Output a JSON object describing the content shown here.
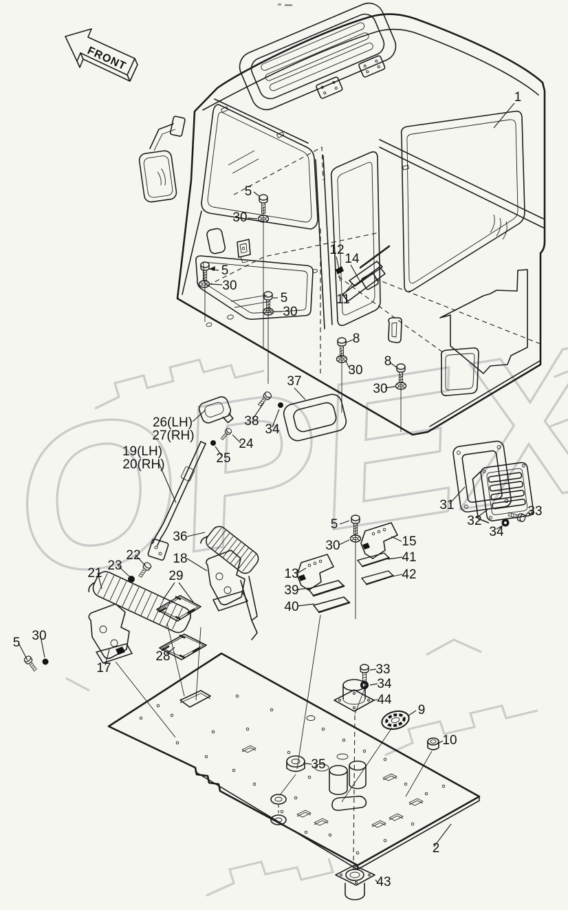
{
  "colors": {
    "line": "#1c1c1c",
    "watermark": "#c9c9c9",
    "background": "#f6f6f1"
  },
  "front_arrow": {
    "label": "FRONT"
  },
  "watermark": {
    "text": "OPEX"
  },
  "labels": [
    {
      "text": "1"
    },
    {
      "text": "5"
    },
    {
      "text": "30"
    },
    {
      "text": "5"
    },
    {
      "text": "30"
    },
    {
      "text": "5"
    },
    {
      "text": "30"
    },
    {
      "text": "12"
    },
    {
      "text": "14"
    },
    {
      "text": "11"
    },
    {
      "text": "8"
    },
    {
      "text": "30"
    },
    {
      "text": "8"
    },
    {
      "text": "30"
    },
    {
      "text": "37"
    },
    {
      "text": "38"
    },
    {
      "text": "34"
    },
    {
      "text": "26(LH)"
    },
    {
      "text": "27(RH)"
    },
    {
      "text": "24"
    },
    {
      "text": "25"
    },
    {
      "text": "19(LH)"
    },
    {
      "text": "20(RH)"
    },
    {
      "text": "31"
    },
    {
      "text": "32"
    },
    {
      "text": "33"
    },
    {
      "text": "34"
    },
    {
      "text": "5"
    },
    {
      "text": "30"
    },
    {
      "text": "15"
    },
    {
      "text": "41"
    },
    {
      "text": "42"
    },
    {
      "text": "13"
    },
    {
      "text": "39"
    },
    {
      "text": "40"
    },
    {
      "text": "36"
    },
    {
      "text": "18"
    },
    {
      "text": "22"
    },
    {
      "text": "23"
    },
    {
      "text": "21"
    },
    {
      "text": "29"
    },
    {
      "text": "28"
    },
    {
      "text": "30"
    },
    {
      "text": "5"
    },
    {
      "text": "17"
    },
    {
      "text": "33"
    },
    {
      "text": "34"
    },
    {
      "text": "44"
    },
    {
      "text": "9"
    },
    {
      "text": "10"
    },
    {
      "text": "35"
    },
    {
      "text": "2"
    },
    {
      "text": "43"
    }
  ]
}
